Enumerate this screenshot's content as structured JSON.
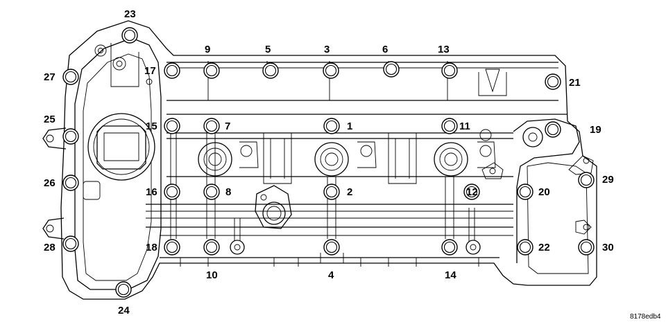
{
  "diagram": {
    "figure_code": "8178edb4",
    "bolt_labels": [
      "1",
      "2",
      "3",
      "4",
      "5",
      "6",
      "7",
      "8",
      "9",
      "10",
      "11",
      "12",
      "13",
      "14",
      "15",
      "16",
      "17",
      "18",
      "19",
      "20",
      "21",
      "22",
      "23",
      "24",
      "25",
      "26",
      "27",
      "28",
      "29",
      "30"
    ]
  }
}
